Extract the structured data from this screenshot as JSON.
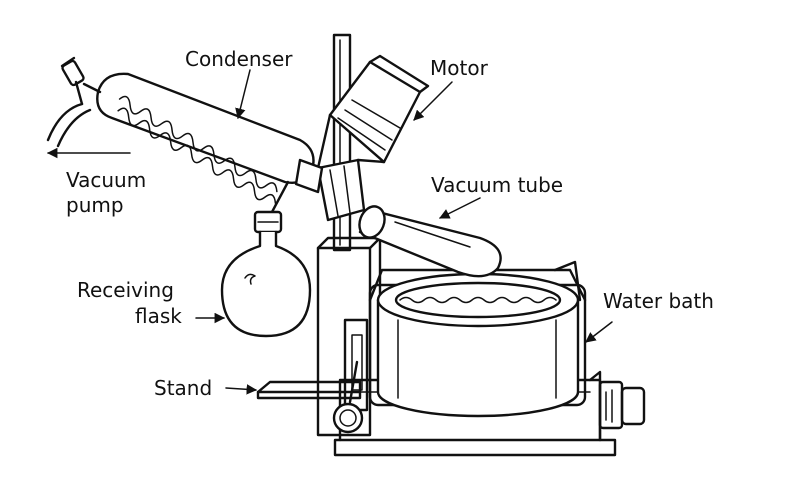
{
  "labels": {
    "condenser": "Condenser",
    "motor": "Motor",
    "vacuum_pump_line1": "Vacuum",
    "vacuum_pump_line2": "pump",
    "vacuum_tube": "Vacuum tube",
    "receiving_flask_line1": "Receiving",
    "receiving_flask_line2": "flask",
    "water_bath": "Water bath",
    "stand": "Stand"
  }
}
